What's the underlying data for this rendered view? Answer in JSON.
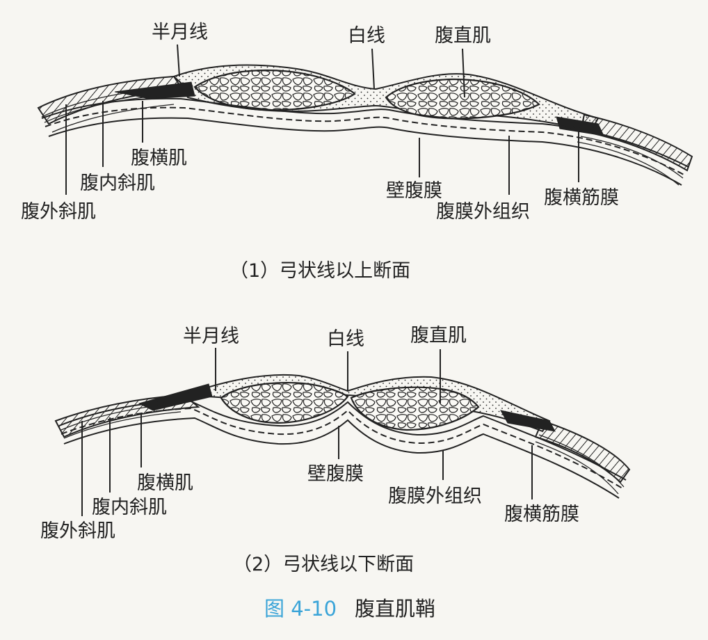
{
  "diagram1": {
    "caption": "（1）弓状线以上断面",
    "labels": {
      "semilunar": "半月线",
      "linea_alba": "白线",
      "rectus": "腹直肌",
      "transversus": "腹横肌",
      "internal_oblique": "腹内斜肌",
      "external_oblique": "腹外斜肌",
      "peritoneum": "壁腹膜",
      "extraperitoneal": "腹膜外组织",
      "transversalis_fascia": "腹横筋膜"
    }
  },
  "diagram2": {
    "caption": "（2）弓状线以下断面",
    "labels": {
      "semilunar": "半月线",
      "linea_alba": "白线",
      "rectus": "腹直肌",
      "transversus": "腹横肌",
      "internal_oblique": "腹内斜肌",
      "external_oblique": "腹外斜肌",
      "peritoneum": "壁腹膜",
      "extraperitoneal": "腹膜外组织",
      "transversalis_fascia": "腹横筋膜"
    }
  },
  "figure": {
    "number": "图 4-10",
    "title": "腹直肌鞘"
  },
  "colors": {
    "figure_number": "#3aa4d8",
    "ink": "#222222"
  }
}
